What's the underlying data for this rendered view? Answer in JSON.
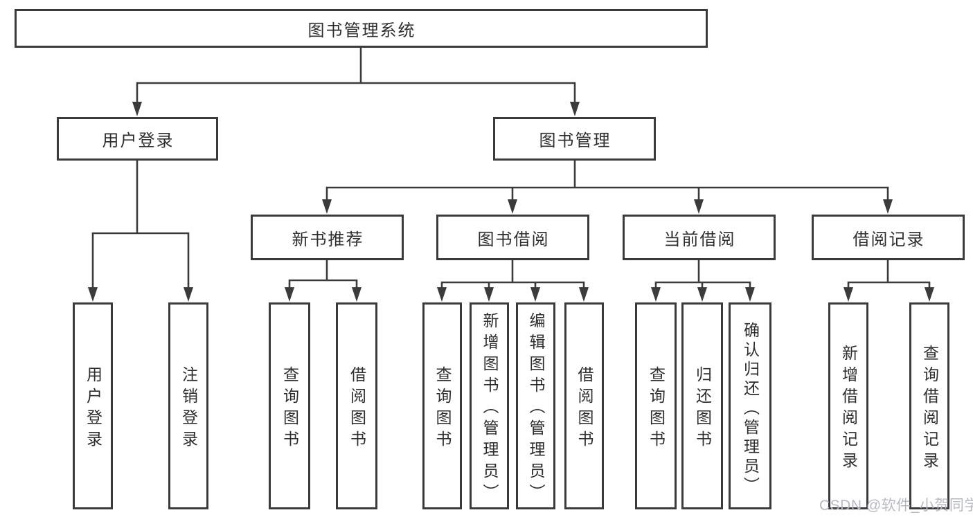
{
  "diagram": {
    "title": "图书管理系统",
    "nodes": {
      "root": "图书管理系统",
      "level2": {
        "userLogin": "用户登录",
        "bookManagement": "图书管理"
      },
      "level3": {
        "newBook": "新书推荐",
        "bookBorrow": "图书借阅",
        "currentBorrow": "当前借阅",
        "borrowRecords": "借阅记录"
      },
      "leaves": {
        "userLogin": [
          "用户登录",
          "注销登录"
        ],
        "newBook": [
          "查询图书",
          "借阅图书"
        ],
        "bookBorrow": [
          "查询图书",
          "新增图书（管理员）",
          "编辑图书（管理员）",
          "借阅图书"
        ],
        "currentBorrow": [
          "查询图书",
          "归还图书",
          "确认归还（管理员）"
        ],
        "borrowRecords": [
          "新增借阅记录",
          "查询借阅记录"
        ]
      }
    }
  },
  "watermark": "CSDN @软件_小贺同学",
  "colors": {
    "line": "#3b3b3b",
    "border": "#3b3b3b",
    "text": "#2e2e2e",
    "watermark": "#b7bac1",
    "background": "#ffffff"
  }
}
